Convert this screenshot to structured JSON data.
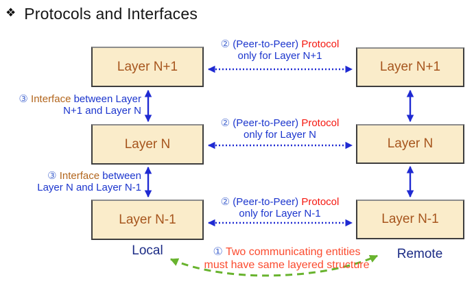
{
  "title": {
    "bullet": "❖",
    "text": "Protocols and Interfaces"
  },
  "local_stack": {
    "label": "Local",
    "boxes": [
      "Layer N+1",
      "Layer N",
      "Layer N-1"
    ]
  },
  "remote_stack": {
    "label": "Remote",
    "boxes": [
      "Layer N+1",
      "Layer N",
      "Layer N-1"
    ]
  },
  "protocol_notes": [
    {
      "num": "②",
      "peer": "(Peer-to-Peer)",
      "protocol": "Protocol",
      "line2": "only for Layer N+1"
    },
    {
      "num": "②",
      "peer": "(Peer-to-Peer)",
      "protocol": "Protocol",
      "line2": "only for Layer N"
    },
    {
      "num": "②",
      "peer": "(Peer-to-Peer)",
      "protocol": "Protocol",
      "line2": "only for Layer N-1"
    }
  ],
  "interface_notes": [
    {
      "num": "③",
      "word": "Interface",
      "rest": "between Layer",
      "line2": "N+1 and Layer N"
    },
    {
      "num": "③",
      "word": "Interface",
      "rest": "between",
      "line2": "Layer N and Layer N-1"
    }
  ],
  "entity_note": {
    "num": "①",
    "line1": "Two communicating entities",
    "line2": "must have same layered structure"
  },
  "colors": {
    "box_fill": "#faecca",
    "box_border": "#3d3d3d",
    "layer_text": "#a6551d",
    "blue_text": "#1b35cd",
    "arrow_blue": "#1f2ad2",
    "protocol_red": "#f5170f",
    "footnote_red": "#fb4a2e",
    "green": "#68b32e",
    "navy": "#1b2b85",
    "circled_number": "#4f6fd2"
  }
}
